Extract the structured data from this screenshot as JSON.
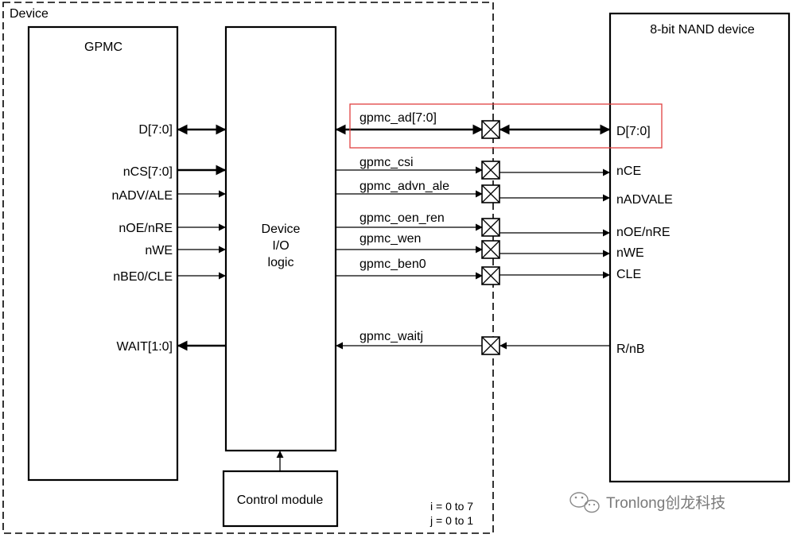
{
  "outer_label": "Device",
  "gpmc": {
    "title": "GPMC",
    "signals": [
      "D[7:0]",
      "nCS[7:0]",
      "nADV/ALE",
      "nOE/nRE",
      "nWE",
      "nBE0/CLE",
      "WAIT[1:0]"
    ]
  },
  "io_logic": {
    "line1": "Device",
    "line2": "I/O",
    "line3": "logic"
  },
  "control_module": "Control module",
  "pins": [
    "gpmc_ad[7:0]",
    "gpmc_csi",
    "gpmc_advn_ale",
    "gpmc_oen_ren",
    "gpmc_wen",
    "gpmc_ben0",
    "gpmc_waitj"
  ],
  "nand": {
    "title": "8-bit NAND device",
    "signals": [
      "D[7:0]",
      "nCE",
      "nADVALE",
      "nOE/nRE",
      "nWE",
      "CLE",
      "R/nB"
    ]
  },
  "footnote": {
    "line1": "i = 0 to 7",
    "line2": "j = 0 to 1"
  },
  "watermark": "Tronlong创龙科技",
  "colors": {
    "highlight_box": "#e04040",
    "line": "#000000",
    "watermark": "#7a7a7a"
  }
}
